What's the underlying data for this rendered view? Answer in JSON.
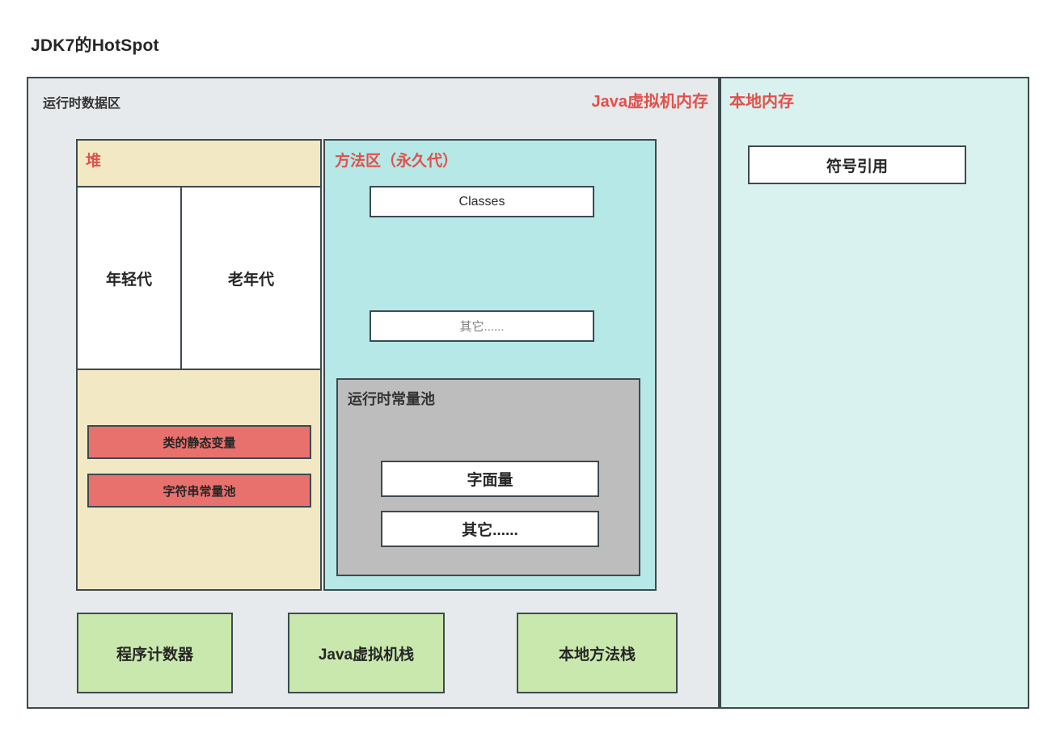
{
  "title": "JDK7的HotSpot",
  "jvm_memory": {
    "corner_label": "运行时数据区",
    "red_label": "Java虚拟机内存",
    "heap": {
      "title": "堆",
      "young_gen": "年轻代",
      "old_gen": "老年代",
      "static_vars": "类的静态变量",
      "string_pool": "字符串常量池"
    },
    "method_area": {
      "title": "方法区（永久代）",
      "classes": "Classes",
      "other": "其它......",
      "constant_pool": {
        "title": "运行时常量池",
        "literal": "字面量",
        "other": "其它......"
      }
    },
    "stacks": [
      {
        "label": "程序计数器"
      },
      {
        "label": "Java虚拟机栈"
      },
      {
        "label": "本地方法栈"
      }
    ]
  },
  "native_memory": {
    "red_label": "本地内存",
    "symbol_reference": "符号引用"
  },
  "colors": {
    "jvm_panel_bg": "#e6eaec",
    "native_panel_bg": "#d9f2f0",
    "heap_bg": "#f2e9c4",
    "method_area_bg": "#b5e8e6",
    "constant_pool_bg": "#bdbdbd",
    "red_accent": "#e2504a",
    "red_chip": "#e8706d",
    "green_chip": "#c9e8ae",
    "border": "#3d4a4f"
  }
}
